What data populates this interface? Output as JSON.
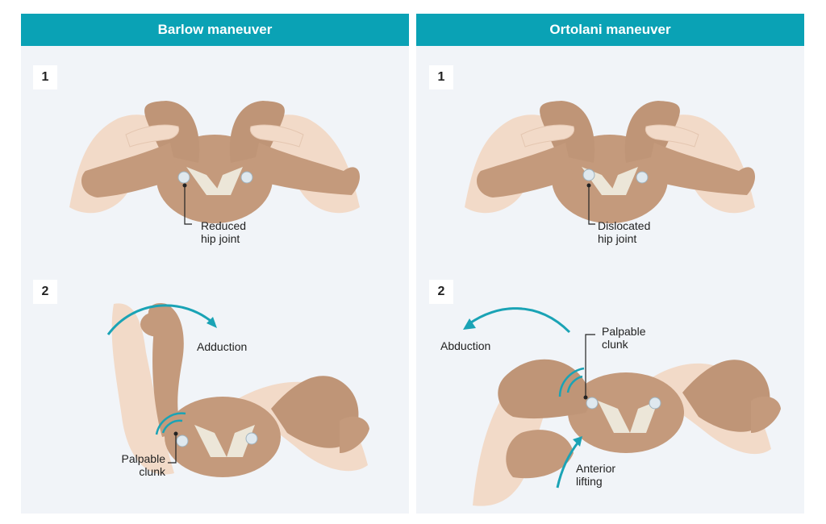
{
  "panels": {
    "barlow": {
      "title": "Barlow maneuver",
      "step1": {
        "number": "1",
        "label": "Reduced\nhip joint"
      },
      "step2": {
        "number": "2",
        "motion": "Adduction",
        "label": "Palpable\nclunk"
      }
    },
    "ortolani": {
      "title": "Ortolani maneuver",
      "step1": {
        "number": "1",
        "label": "Dislocated\nhip joint"
      },
      "step2": {
        "number": "2",
        "motion": "Abduction",
        "label": "Palpable\nclunk",
        "lift": "Anterior\nlifting"
      }
    }
  },
  "colors": {
    "header": "#0aa2b5",
    "panel_bg": "#f1f4f8",
    "baby_skin": "#c49a7c",
    "hand_skin": "#f2dac8",
    "bone": "#ece6d8",
    "arrow": "#1aa3b5"
  }
}
